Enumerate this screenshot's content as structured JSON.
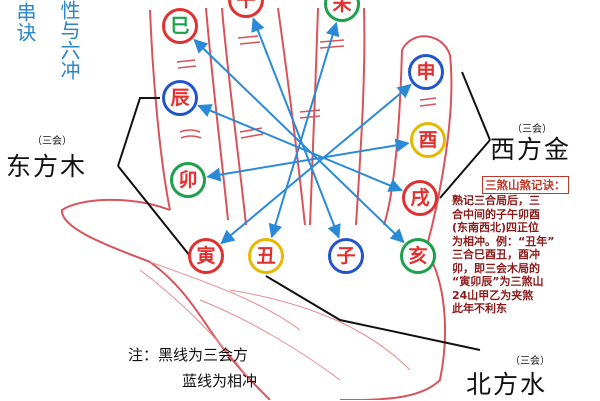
{
  "title_lines": [
    "串诀",
    "性与六冲"
  ],
  "directions": {
    "east": {
      "label": "东方木",
      "tag": "（三会）"
    },
    "west": {
      "label": "西方金",
      "tag": "（三会）"
    },
    "north": {
      "label": "北方水",
      "tag": "（三会）"
    }
  },
  "branches": [
    {
      "id": "wu",
      "char": "午",
      "ring": "#e23030",
      "text": "#e23030"
    },
    {
      "id": "wei",
      "char": "未",
      "ring": "#1aa14a",
      "text": "#e23030"
    },
    {
      "id": "si",
      "char": "巳",
      "ring": "#e23030",
      "text": "#1aa14a"
    },
    {
      "id": "chen",
      "char": "辰",
      "ring": "#2255cc",
      "text": "#e23030"
    },
    {
      "id": "mao",
      "char": "卯",
      "ring": "#1aa14a",
      "text": "#e23030"
    },
    {
      "id": "yin",
      "char": "寅",
      "ring": "#e23030",
      "text": "#e23030"
    },
    {
      "id": "chou",
      "char": "丑",
      "ring": "#e8b800",
      "text": "#e23030"
    },
    {
      "id": "zi",
      "char": "子",
      "ring": "#2255cc",
      "text": "#e23030"
    },
    {
      "id": "hai",
      "char": "亥",
      "ring": "#1aa14a",
      "text": "#e23030"
    },
    {
      "id": "xu",
      "char": "戌",
      "ring": "#e23030",
      "text": "#e23030"
    },
    {
      "id": "you",
      "char": "酉",
      "ring": "#e8b800",
      "text": "#e23030"
    },
    {
      "id": "shen",
      "char": "申",
      "ring": "#2255cc",
      "text": "#e23030"
    }
  ],
  "clash_pairs": [
    [
      "zi",
      "wu"
    ],
    [
      "chou",
      "wei"
    ],
    [
      "yin",
      "shen"
    ],
    [
      "mao",
      "you"
    ],
    [
      "chen",
      "xu"
    ],
    [
      "si",
      "hai"
    ]
  ],
  "sanhui_groups": [
    [
      "yin",
      "mao",
      "chen"
    ],
    [
      "shen",
      "you",
      "xu"
    ],
    [
      "hai",
      "zi",
      "chou"
    ]
  ],
  "legend": {
    "line1": "注：黑线为三会方",
    "line2": "蓝线为相冲"
  },
  "rhyme": {
    "title": "三煞山煞记诀：",
    "body": "熟记三合局后，三\n合中间的子午卯酉\n(东南西北)四正位\n为相冲。例：“丑年”\n三合巳酉丑，酉冲\n卯，即三会木局的\n“寅卯辰”为三煞山\n24山甲乙为夹煞\n此年不利东"
  },
  "colors": {
    "clash": "#2a8ad8",
    "sanhui": "#111111",
    "hand": "#d9535a",
    "accent": "#2a86c8"
  }
}
